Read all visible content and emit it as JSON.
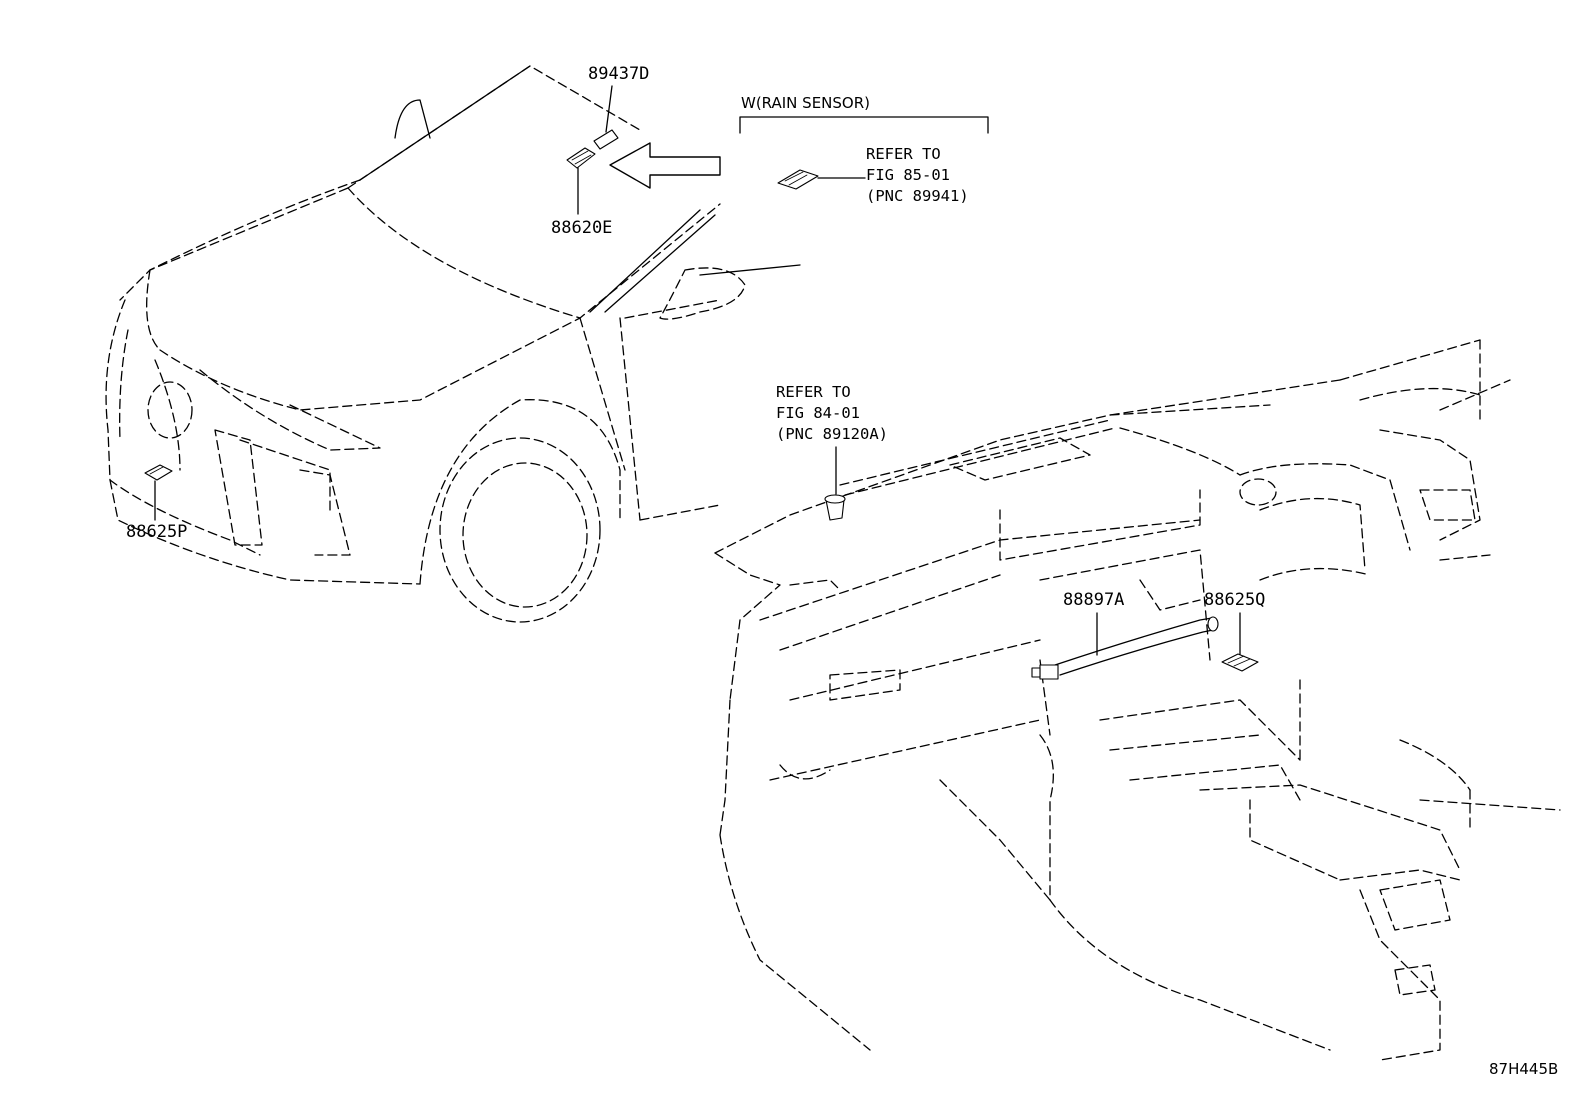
{
  "labels": {
    "p89437D": "89437D",
    "p88620E": "88620E",
    "p88625P": "88625P",
    "p88897A": "88897A",
    "p88625Q": "88625Q"
  },
  "rain_sensor": {
    "heading": "W(RAIN SENSOR)",
    "lines": [
      "REFER TO",
      "FIG 85-01",
      "(PNC 89941)"
    ]
  },
  "dash_reference": {
    "lines": [
      "REFER TO",
      "FIG 84-01",
      "(PNC 89120A)"
    ]
  },
  "figure_code": "87H445B"
}
